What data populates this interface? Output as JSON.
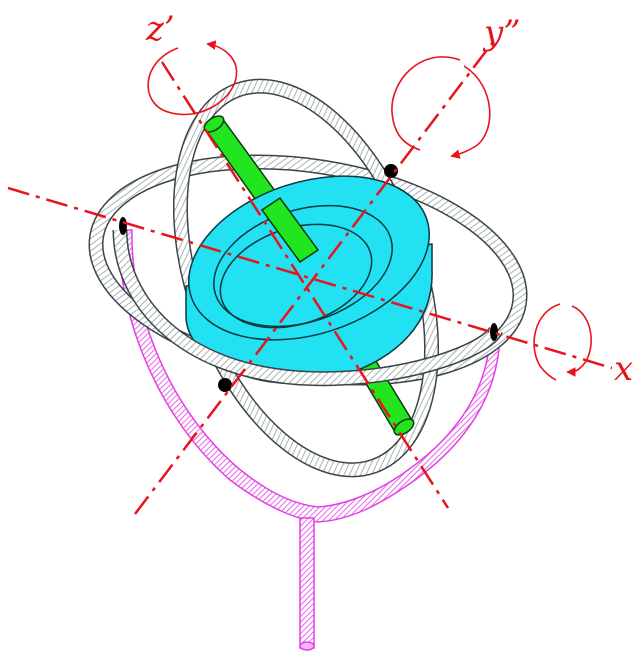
{
  "diagram": {
    "labels": {
      "z": "z’",
      "y": "y”",
      "x": "x"
    },
    "colors": {
      "axis": "#e8141b",
      "rotation_arrow": "#e8141b",
      "gimbal_ring": "#6f7c7f",
      "gimbal_ring_hatch": "#c9d0d2",
      "stand": "#e43fe6",
      "stand_fill": "#f7b9f3",
      "rotor": "#22e1f2",
      "rotor_outline": "#083841",
      "axle": "#21e61f",
      "pivot": "#000000"
    }
  }
}
